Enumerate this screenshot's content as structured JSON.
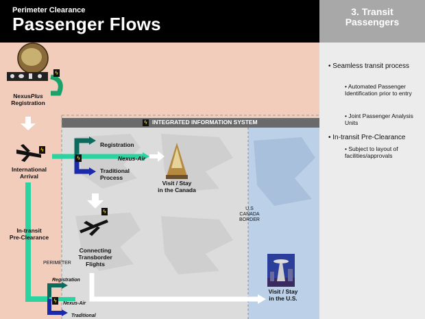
{
  "header": {
    "subtitle": "Perimeter Clearance",
    "title": "Passenger Flows"
  },
  "side": {
    "heading_line1": "3. Transit",
    "heading_line2": "Passengers",
    "bullets": [
      {
        "text": "Seamless transit process",
        "subs": [
          "Automated Passenger Identification prior to entry",
          "Joint Passenger Analysis Units"
        ]
      },
      {
        "text": "In-transit Pre-Clearance",
        "subs": [
          "Subject to layout of facilities/approvals"
        ]
      }
    ]
  },
  "diagram": {
    "nexus_registration": {
      "brand": "Nexus",
      "plus": "Plus",
      "line2": "Registration"
    },
    "system_bar": "INTEGRATED INFORMATION SYSTEM",
    "international_arrival": [
      "International",
      "Arrival"
    ],
    "registration": "Registration",
    "nexus_air": "Nexus-Air",
    "traditional_process": [
      "Traditional",
      "Process"
    ],
    "visit_canada": [
      "Visit / Stay",
      "in the Canada"
    ],
    "border": [
      "U.S",
      "CANADA",
      "BORDER"
    ],
    "in_transit": [
      "In-transit",
      "Pre-Clearance"
    ],
    "connecting": [
      "Connecting",
      "Transborder",
      "Flights"
    ],
    "perimeter": "PERIMETER",
    "small_registration": "Registration",
    "small_nexus_air": "Nexus-Air",
    "small_traditional": "Traditional",
    "visit_us": [
      "Visit / Stay",
      "in the U.S."
    ]
  }
}
